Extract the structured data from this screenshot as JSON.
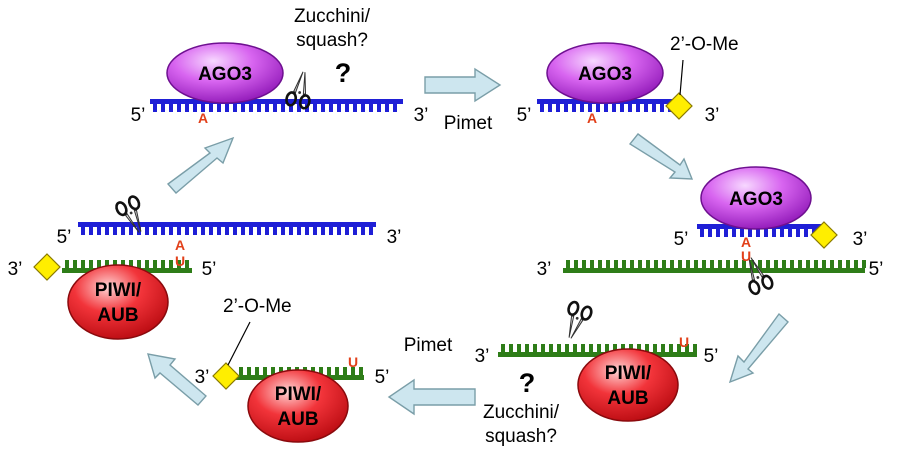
{
  "proteins": {
    "ago3": "AGO3",
    "piwi_aub": [
      "PIWI/",
      "AUB"
    ]
  },
  "labels": {
    "prime5": "5’",
    "prime3": "3’",
    "pimet": "Pimet",
    "methyl": "2’-O-Me",
    "nuclease": [
      "Zucchini/",
      "squash?"
    ],
    "question": "?"
  },
  "bases": {
    "a": "A",
    "u": "U"
  },
  "colors": {
    "ago3_rna": "#1f1fd6",
    "piwi_rna": "#2e7d18",
    "ago3_protein": "#b63bd6",
    "piwi_protein": "#e0151c",
    "methyl_mark": "#ffee00",
    "arrow_fill": "#cde6ef",
    "arrow_stroke": "#7a9ea8",
    "base_letter": "#e2401a"
  },
  "icons": [
    "scissors-icon",
    "methyl-diamond-icon",
    "cycle-arrow-icon"
  ]
}
